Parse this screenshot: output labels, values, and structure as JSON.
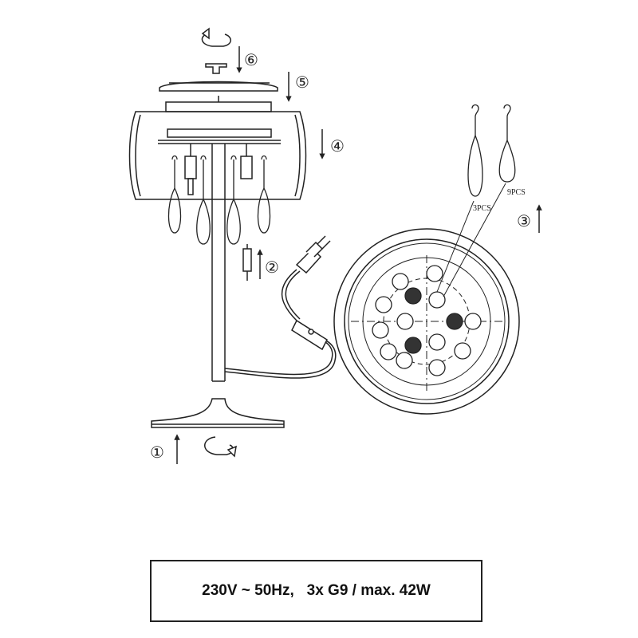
{
  "steps": [
    {
      "number": "①"
    },
    {
      "number": "②"
    },
    {
      "number": "③"
    },
    {
      "number": "④"
    },
    {
      "number": "⑤"
    },
    {
      "number": "⑥"
    }
  ],
  "droplets": {
    "count_short": "3PCS",
    "count_long": "9PCS"
  },
  "spec": {
    "text": "230V ~ 50Hz,   3x G9 / max. 42W"
  },
  "colors": {
    "line": "#222222",
    "fill_dark": "#333333"
  },
  "icons": [
    "rotate-arrow-icon",
    "arrow-up-icon",
    "arrow-down-icon",
    "plug-icon"
  ]
}
